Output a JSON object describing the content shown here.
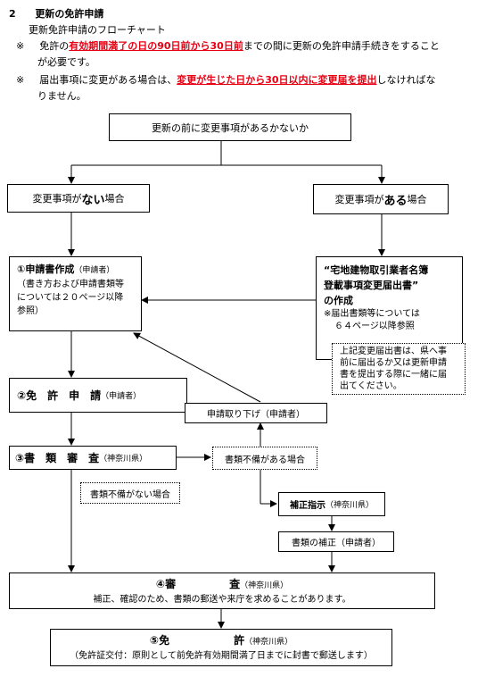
{
  "header": {
    "section_number": "2",
    "section_title": "更新の免許申請",
    "subtitle": "更新免許申請のフローチャート",
    "note1": {
      "mark": "※",
      "p1": "免許の",
      "p2": "有効期間満了の日の90日前から30日前",
      "p3": "までの間に更新の免許申請手続きをすること",
      "p4": "が必要です。"
    },
    "note2": {
      "mark": "※",
      "p1": "届出事項に変更がある場合は、",
      "p2": "変更が生じた日から30日以内に変更届を提出",
      "p3": "しなければな",
      "p4": "りません。"
    }
  },
  "flow": {
    "top": "更新の前に変更事項があるかないか",
    "no_change": {
      "a": "変更事項が",
      "b": "ない",
      "c": "場合"
    },
    "has_change": {
      "a": "変更事項が",
      "b": "ある",
      "c": "場合"
    },
    "apply": {
      "title": "①申請書作成",
      "who": "（申請者）",
      "l1": "（書き方および申請書類等",
      "l2": "については２０ページ以降",
      "l3": "参照）"
    },
    "change_form": {
      "l1": "“宅地建物取引業者名簿",
      "l2": "登載事項変更届出書”",
      "l3": "の作成",
      "l4": "※届出書類等については",
      "l5": "６４ページ以降参照"
    },
    "change_note": {
      "l1": "上記変更届出書は、県へ事",
      "l2": "前に届出るか又は更新申請",
      "l3": "書を提出する際に一緒に届",
      "l4": "出てください。"
    },
    "license_apply": {
      "title": "②免　許　申　請",
      "who": "（申請者）"
    },
    "withdraw": "申請取り下げ（申請者）",
    "review_docs": {
      "title": "③書　類　審　査",
      "who": "（神奈川県）"
    },
    "defect": "書類不備がある場合",
    "no_defect": "書類不備がない場合",
    "correction_order": {
      "title": "補正指示",
      "who": "（神奈川県）"
    },
    "correction": "書類の補正（申請者）",
    "exam": {
      "title": "④審　　　　　査",
      "who": "（神奈川県）",
      "desc": "補正、確認のため、書類の郵送や来庁を求めることがあります。"
    },
    "license": {
      "title": "⑤免　　　　　　許",
      "who": "（神奈川県）",
      "desc": "（免許証交付：原則として前免許有効期間満了日までに封書で郵送します）"
    }
  }
}
